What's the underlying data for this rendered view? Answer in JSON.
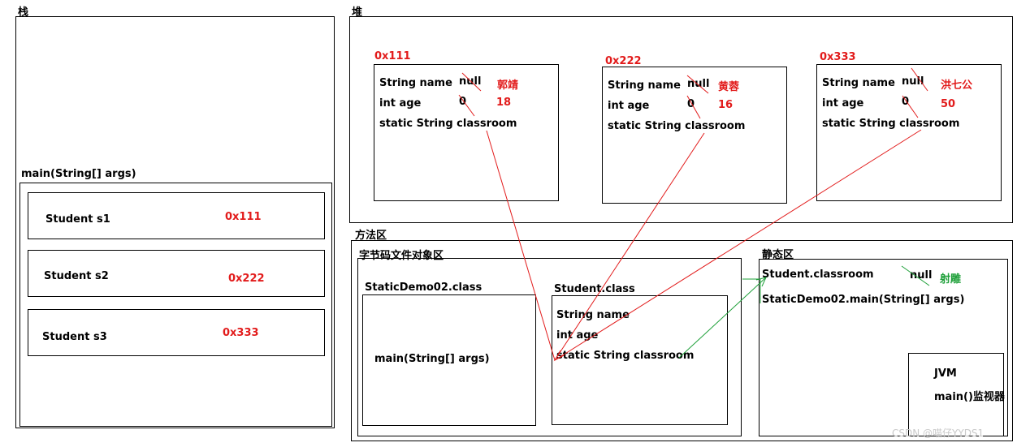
{
  "stack": {
    "title": "栈",
    "main_frame": {
      "label": "main(String[] args)",
      "vars": [
        {
          "name": "Student s1",
          "value": "0x111"
        },
        {
          "name": "Student s2",
          "value": "0x222"
        },
        {
          "name": "Student s3",
          "value": "0x333"
        }
      ]
    }
  },
  "heap": {
    "title": "堆",
    "objects": [
      {
        "addr": "0x111",
        "field_name": "String name",
        "field_age": "int age",
        "field_static": "static String classroom",
        "name_old": "null",
        "name_new": "郭靖",
        "age_old": "0",
        "age_new": "18"
      },
      {
        "addr": "0x222",
        "field_name": "String name",
        "field_age": "int age",
        "field_static": "static String classroom",
        "name_old": "null",
        "name_new": "黄蓉",
        "age_old": "0",
        "age_new": "16"
      },
      {
        "addr": "0x333",
        "field_name": "String name",
        "field_age": "int age",
        "field_static": "static String classroom",
        "name_old": "null",
        "name_new": "洪七公",
        "age_old": "0",
        "age_new": "50"
      }
    ]
  },
  "method_area": {
    "title": "方法区",
    "bytecode": {
      "title": "字节码文件对象区",
      "demo_class": {
        "label": "StaticDemo02.class",
        "method": "main(String[] args)"
      },
      "student_class": {
        "label": "Student.class",
        "field_name": "String name",
        "field_age": "int age",
        "field_static": "static String classroom"
      }
    },
    "static_area": {
      "title": "静态区",
      "classroom_label": "Student.classroom",
      "classroom_old": "null",
      "classroom_new": "射雕",
      "main_label": "StaticDemo02.main(String[] args)",
      "jvm": {
        "label": "JVM",
        "monitor": "main()监视器"
      }
    }
  },
  "watermark": "CSDN @喵仔YYDS1",
  "colors": {
    "new_value": "#e21b1b",
    "green_value": "#1fa03a",
    "arrow_red": "#e21b1b",
    "arrow_green": "#1fa03a"
  }
}
